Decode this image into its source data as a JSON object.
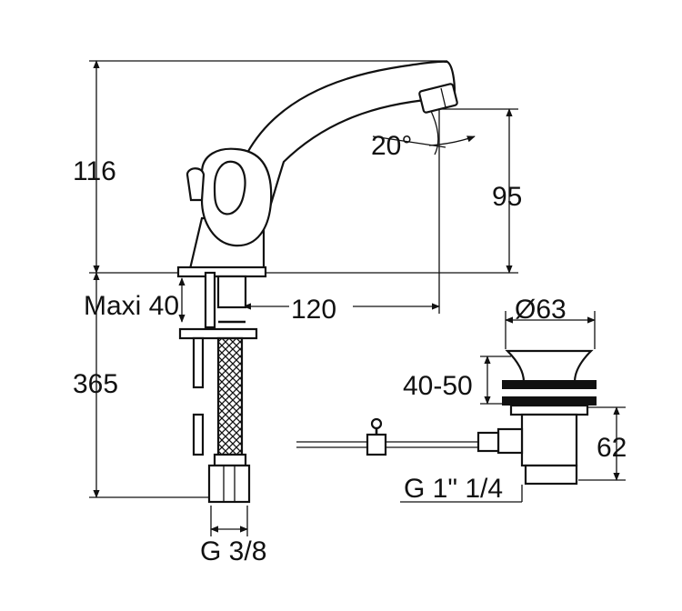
{
  "dimensions": {
    "height_total": "116",
    "spout_angle": "20°",
    "spout_height": "95",
    "maxi_label": "Maxi 40",
    "spout_reach": "120",
    "drain_diameter": "Ø63",
    "hose_length": "365",
    "drain_range": "40-50",
    "drain_height": "62",
    "hose_thread": "G 3/8",
    "drain_thread": "G 1\" 1/4"
  },
  "colors": {
    "line": "#111111",
    "background": "#ffffff"
  }
}
